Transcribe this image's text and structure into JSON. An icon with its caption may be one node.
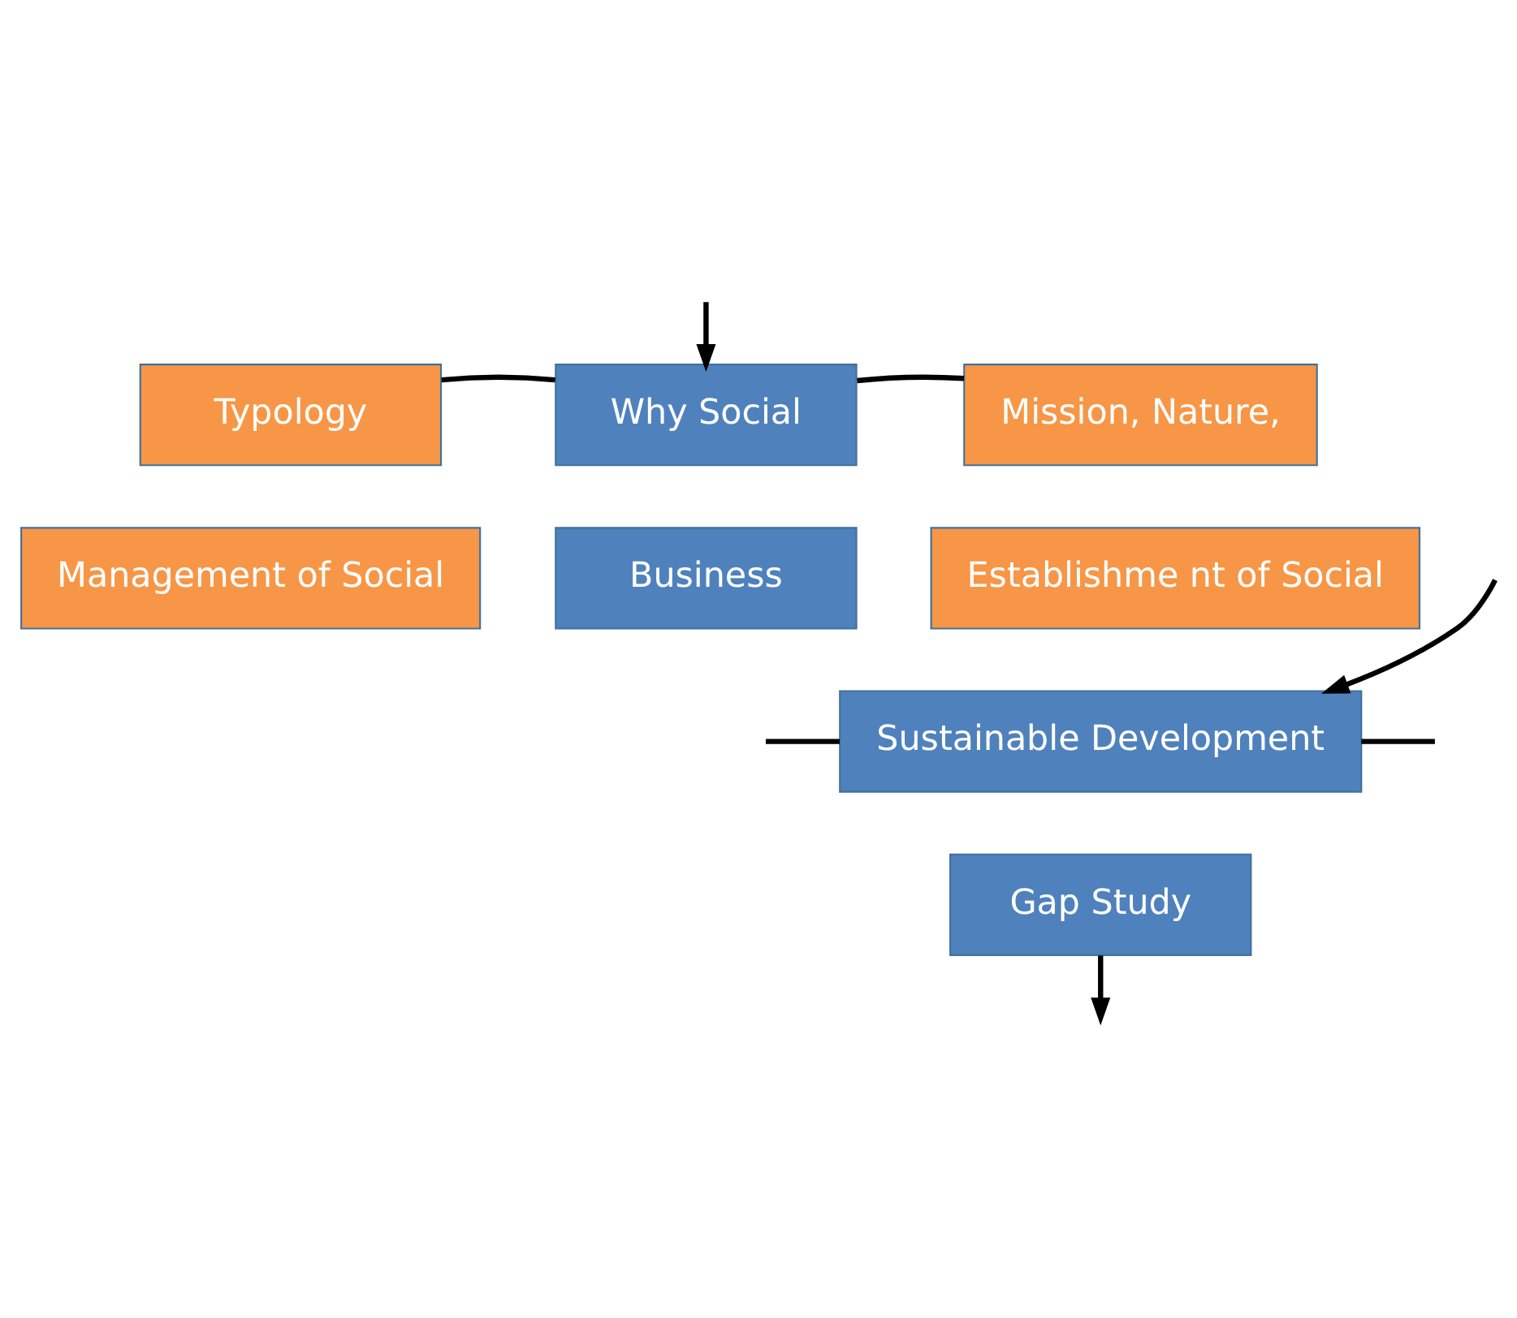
{
  "diagram": {
    "nodes": [
      {
        "text": [
          "Typology"
        ]
      },
      {
        "text": [
          "Why Social"
        ]
      },
      {
        "text": [
          "Mission, Nature,"
        ]
      },
      {
        "text": [
          "Management of Social"
        ]
      },
      {
        "text": [
          "Business"
        ]
      },
      {
        "text": [
          "Establishme nt of Social"
        ]
      },
      {
        "text": [
          "Sustainable Development"
        ]
      },
      {
        "text": [
          "Gap Study"
        ]
      }
    ],
    "edges": [
      {
        "from": null,
        "to": 1,
        "arrow": "to"
      },
      {
        "from": 0,
        "to": 1,
        "arrow": "none"
      },
      {
        "from": 1,
        "to": 2,
        "arrow": "none"
      },
      {
        "from": null,
        "to": 6,
        "arrow": "to"
      },
      {
        "from": null,
        "to": 6,
        "arrow": "none"
      },
      {
        "from": 6,
        "to": null,
        "arrow": "none"
      },
      {
        "from": 7,
        "to": null,
        "arrow": "to"
      }
    ]
  }
}
